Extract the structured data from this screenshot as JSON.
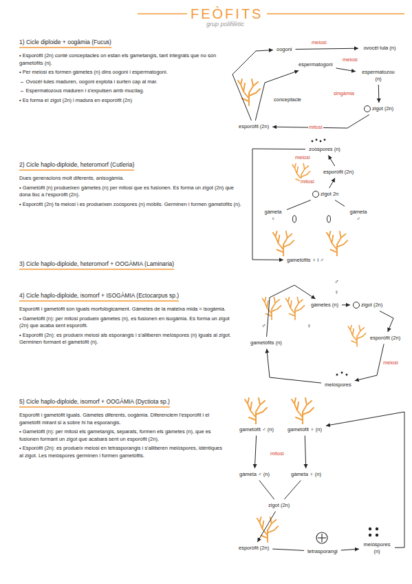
{
  "diagram": {
    "title": "FEÒFITS",
    "nodes": [
      {
        "text": [
          "oogoni"
        ]
      },
      {
        "text": [
          "espermatogoni"
        ]
      },
      {
        "text": [
          "ovocèl·lula (n)"
        ]
      },
      {
        "text": [
          "espermatozou (n)"
        ]
      },
      {
        "text": [
          "zigot (2n)"
        ]
      },
      {
        "text": [
          "esporòfit (2n)"
        ]
      },
      {
        "text": [
          "zoòspores (n)"
        ]
      },
      {
        "text": [
          "esporòfit (2n)"
        ]
      },
      {
        "text": [
          "zigot 2n"
        ]
      },
      {
        "text": [
          "gàmeta ♀"
        ]
      },
      {
        "text": [
          "gàmeta ♂"
        ]
      },
      {
        "text": [
          "gametòfits ♀ i ♂"
        ]
      },
      {
        "text": [
          "gàmetes (n)"
        ]
      },
      {
        "text": [
          "zigot (2n)"
        ]
      },
      {
        "text": [
          "esporòfit (2n)"
        ]
      },
      {
        "text": [
          "meiòspores"
        ]
      },
      {
        "text": [
          "gametòfits (n)"
        ]
      },
      {
        "text": [
          "gametòfit ♂ (n)"
        ]
      },
      {
        "text": [
          "gametòfit ♀ (n)"
        ]
      },
      {
        "text": [
          "gàmeta ♂ (n)"
        ]
      },
      {
        "text": [
          "gàmeta ♀ (n)"
        ]
      },
      {
        "text": [
          "zigot (2n)"
        ]
      },
      {
        "text": [
          "esporòfit (2n)"
        ]
      },
      {
        "text": [
          "tetrasporangi"
        ]
      },
      {
        "text": [
          "meiòspores (n)"
        ]
      }
    ],
    "edges": [
      {
        "from": 5,
        "to": 0,
        "arrow": "to"
      },
      {
        "from": 5,
        "to": 1,
        "arrow": "to"
      },
      {
        "from": 0,
        "to": 2,
        "label": "meiosi",
        "arrow": "to"
      },
      {
        "from": 1,
        "to": 3,
        "label": "meiosi",
        "arrow": "to"
      },
      {
        "from": 3,
        "to": 4,
        "label": "singàmia",
        "arrow": "to"
      },
      {
        "from": 4,
        "to": 5,
        "label": "mitosi",
        "arrow": "to"
      },
      {
        "from": 7,
        "to": 6,
        "label": "meiosi",
        "arrow": "to"
      },
      {
        "from": 8,
        "to": 7,
        "label": "mitosi",
        "arrow": "to"
      },
      {
        "from": 9,
        "to": 8,
        "arrow": "none"
      },
      {
        "from": 10,
        "to": 8,
        "arrow": "none"
      },
      {
        "from": 6,
        "to": 11,
        "arrow": "to"
      },
      {
        "from": 16,
        "to": 12,
        "arrow": "to"
      },
      {
        "from": 12,
        "to": 13,
        "arrow": "to"
      },
      {
        "from": 13,
        "to": 14,
        "arrow": "to"
      },
      {
        "from": 14,
        "to": 15,
        "label": "meiosi",
        "arrow": "to"
      },
      {
        "from": 15,
        "to": 16,
        "arrow": "to"
      },
      {
        "from": 17,
        "to": 19,
        "label": "mitosi",
        "arrow": "to"
      },
      {
        "from": 18,
        "to": 20,
        "arrow": "to"
      },
      {
        "from": 19,
        "to": 21,
        "arrow": "none"
      },
      {
        "from": 20,
        "to": 21,
        "arrow": "none"
      },
      {
        "from": 21,
        "to": 22,
        "arrow": "to"
      },
      {
        "from": 22,
        "to": 23,
        "arrow": "none"
      },
      {
        "from": 23,
        "to": 24,
        "arrow": "to"
      },
      {
        "from": 24,
        "to": 18,
        "arrow": "to"
      }
    ],
    "labels": [
      "grup polifilètic",
      "1) Cicle diploide + oogàmia (Fucus)",
      "• Esporòfit (2n) conté conceptacles on estan els gametangis, tant integrats que no són gametòfits (n).",
      "• Per meiosi es formen gàmetes (n) dins oogoni i espermatogoni.",
      "→ Ovocèl·lules maduren, oogoni explota i surten cap al mar.",
      "→ Espermatozous maduren i s'expulsen amb mucílag.",
      "• Es forma el zigot (2n) i madura en esporòfit (2n)",
      "conceptacle",
      "2) Cicle haplo-diploide, heteromorf (Cutleria)",
      "Dues generacions molt diferents, anisogàmia.",
      "• Gametòfit (n) produeixen gàmetes (n) per mitosi que es fusionen. Es forma un zigot (2n) que dona lloc a l'esporòfit (2n).",
      "• Esporòfit (2n) fa meiosi i es produeixen zoòspores (n) mòbils. Germinen i formen gametòfits (n).",
      "3) Cicle haplo-diploide, heteromorf + OOGÀMIA (Laminaria)",
      "4) Cicle haplo-diploide, isomorf + ISOGÀMIA (Ectocarpus sp.)",
      "Esporòfit i gametòfit són iguals morfològicament. Gàmetes de la mateixa mida = isogàmia.",
      "• Gametòfit (n): per mitosi produeix gàmetes (n), es fusionen en isogàmia. Es forma un zigot (2n) que acaba sent esporòfit.",
      "• Esporòfit (2n): es produeix meiosi als esporangis i s'alliberen meiòspores (n) iguals al zigot. Germinen formant el gametòfit (n).",
      "♂",
      "♀",
      "♂",
      "♀",
      "5) Cicle haplo-diploide, isomorf + OOGÀMIA (Dyctiota sp.)",
      "Esporòfit i gametòfit iguals. Gàmetes diferents, oogàmia. Diferenciem l'esporòfit i el gametòfit mirant si a sobre hi ha esporangis.",
      "• Gametòfit (n): per mitosi els gametangis, separats, formen els gàmetes (n), que es fusionen formant un zigot que acabarà sent un esporòfit (2n).",
      "• Esporòfit (2n): es produeix meiosi en tetrasporangis i s'alliberen meiòspores, idèntiques al zigot. Les meiòspores germinen i formen gametòfits."
    ]
  }
}
